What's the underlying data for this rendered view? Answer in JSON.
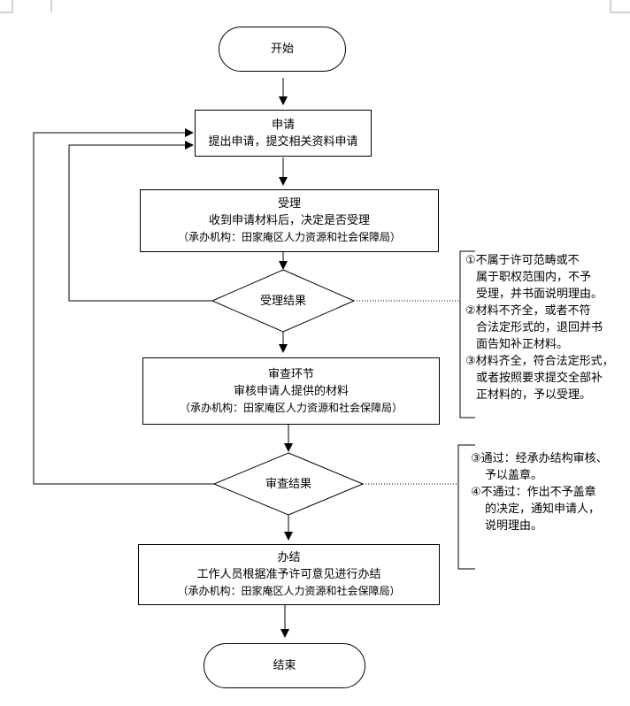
{
  "nodes": {
    "start": "开始",
    "apply": {
      "title": "申请",
      "line1": "提出申请，提交相关资料申请"
    },
    "accept": {
      "title": "受理",
      "line1": "收到申请材料后，决定是否受理",
      "line2": "（承办机构：田家庵区人力资源和社会保障局）"
    },
    "accept_result": "受理结果",
    "review": {
      "title": "审查环节",
      "line1": "审核申请人提供的材料",
      "line2": "（承办机构：田家庵区人力资源和社会保障局）"
    },
    "review_result": "审查结果",
    "finish": {
      "title": "办结",
      "line1": "工作人员根据准予许可意见进行办结",
      "line2": "（承办机构：田家庵区人力资源和社会保障局）"
    },
    "end": "结束"
  },
  "notes": {
    "accept_notes": [
      "①不属于许可范畴或不",
      "属于职权范围内，不予",
      "受理，并书面说明理由。",
      "②材料不齐全，或者不符",
      "合法定形式的，退回并书",
      "面告知补正材料。",
      "③材料齐全，符合法定形式，",
      "或者按照要求提交全部补",
      "正材料的，予以受理。"
    ],
    "review_notes": [
      "③通过：经承办结构审核、",
      "予以盖章。",
      "④不通过：作出不予盖章",
      "的决定，通知申请人，",
      "说明理由。"
    ]
  }
}
